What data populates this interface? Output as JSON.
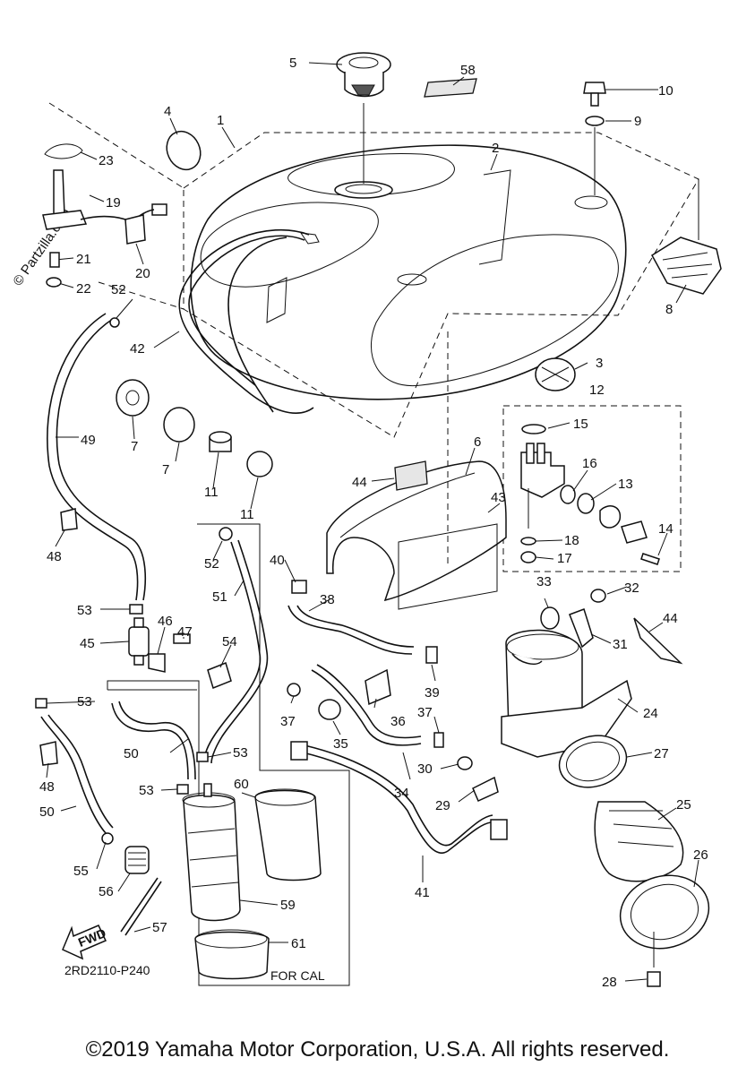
{
  "watermark": "© Partzilla.com",
  "diagram_code": "2RD2110-P240",
  "fwd_label": "FWD",
  "for_cal_label": "FOR CAL",
  "copyright": "©2019 Yamaha Motor Corporation, U.S.A. All rights reserved.",
  "callouts": {
    "c1": "1",
    "c2": "2",
    "c3": "3",
    "c4": "4",
    "c5": "5",
    "c6": "6",
    "c7a": "7",
    "c7b": "7",
    "c8": "8",
    "c9": "9",
    "c10": "10",
    "c11a": "11",
    "c11b": "11",
    "c12": "12",
    "c13": "13",
    "c14": "14",
    "c15": "15",
    "c16": "16",
    "c17": "17",
    "c18": "18",
    "c19": "19",
    "c20": "20",
    "c21": "21",
    "c22": "22",
    "c23": "23",
    "c24": "24",
    "c25": "25",
    "c26": "26",
    "c27": "27",
    "c28": "28",
    "c29": "29",
    "c30": "30",
    "c31": "31",
    "c32": "32",
    "c33": "33",
    "c34": "34",
    "c35": "35",
    "c36": "36",
    "c37a": "37",
    "c37b": "37",
    "c38": "38",
    "c39": "39",
    "c40": "40",
    "c41": "41",
    "c42": "42",
    "c43": "43",
    "c44a": "44",
    "c44b": "44",
    "c45": "45",
    "c46": "46",
    "c47": "47",
    "c48a": "48",
    "c48b": "48",
    "c49": "49",
    "c50a": "50",
    "c50b": "50",
    "c51": "51",
    "c52a": "52",
    "c52b": "52",
    "c53a": "53",
    "c53b": "53",
    "c53c": "53",
    "c53d": "53",
    "c54": "54",
    "c55": "55",
    "c56": "56",
    "c57": "57",
    "c58": "58",
    "c59": "59",
    "c60": "60",
    "c61": "61"
  }
}
